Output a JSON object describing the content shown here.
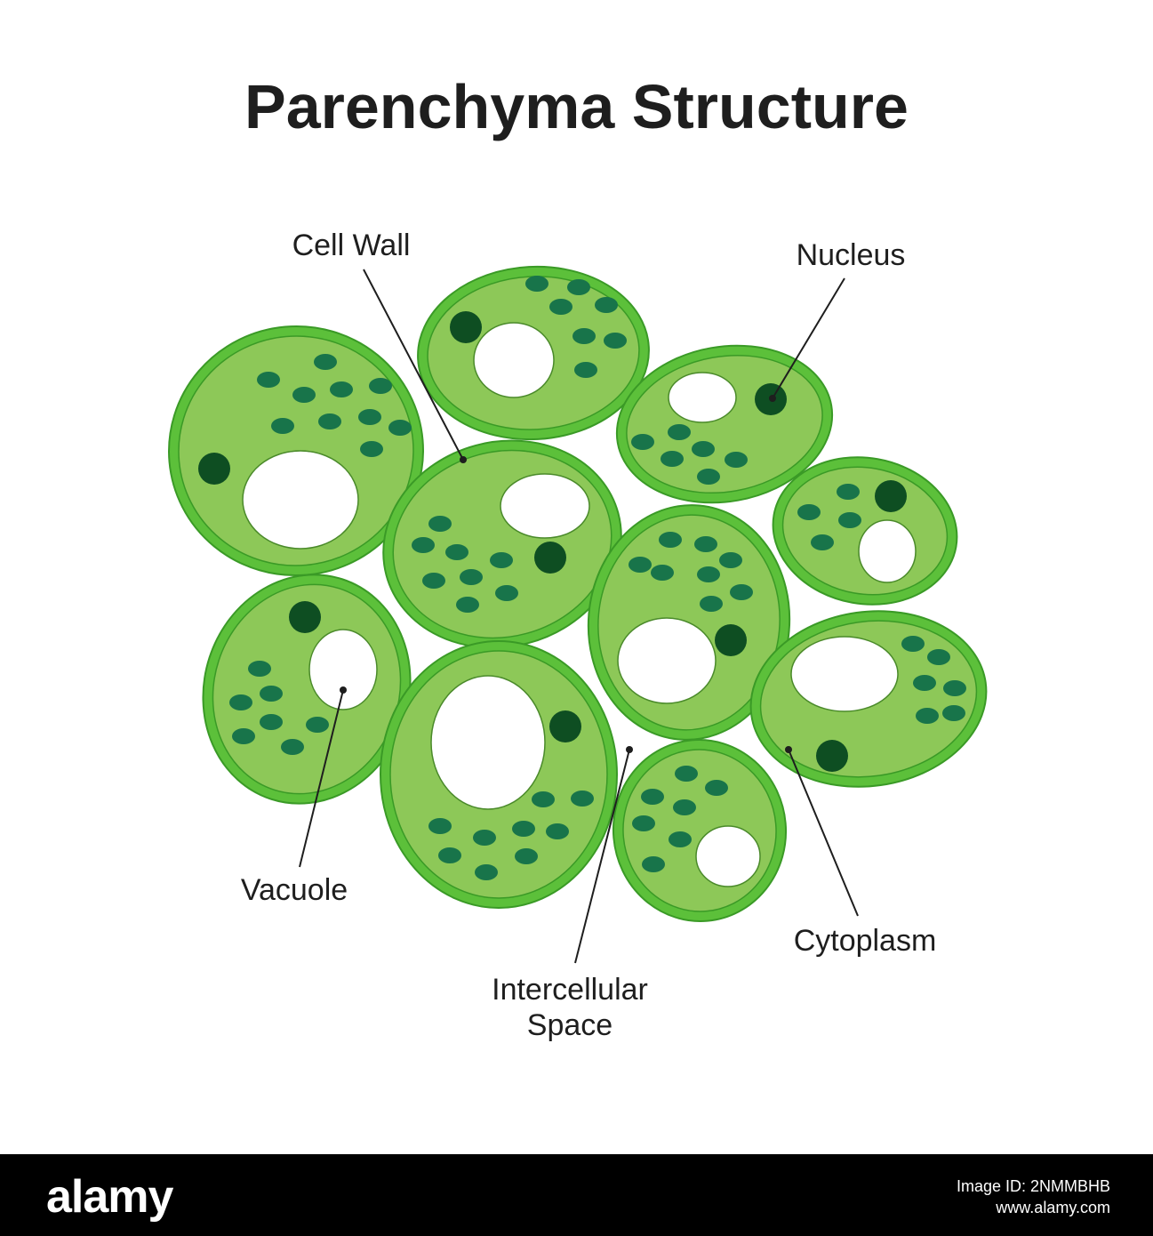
{
  "title": "Parenchyma Structure",
  "labels": {
    "cell_wall": "Cell Wall",
    "nucleus": "Nucleus",
    "vacuole": "Vacuole",
    "intercellular_line1": "Intercellular",
    "intercellular_line2": "Space",
    "cytoplasm": "Cytoplasm"
  },
  "colors": {
    "cell_wall_fill": "#5cc03a",
    "cell_wall_stroke": "#3a9a26",
    "cytoplasm": "#8dc858",
    "chloroplast": "#18744a",
    "nucleus": "#0e4e22",
    "vacuole": "#ffffff",
    "text": "#1e1e1e"
  },
  "footer": {
    "logo": "alamy",
    "image_id": "Image ID: 2NMMBHB",
    "site": "www.alamy.com"
  }
}
